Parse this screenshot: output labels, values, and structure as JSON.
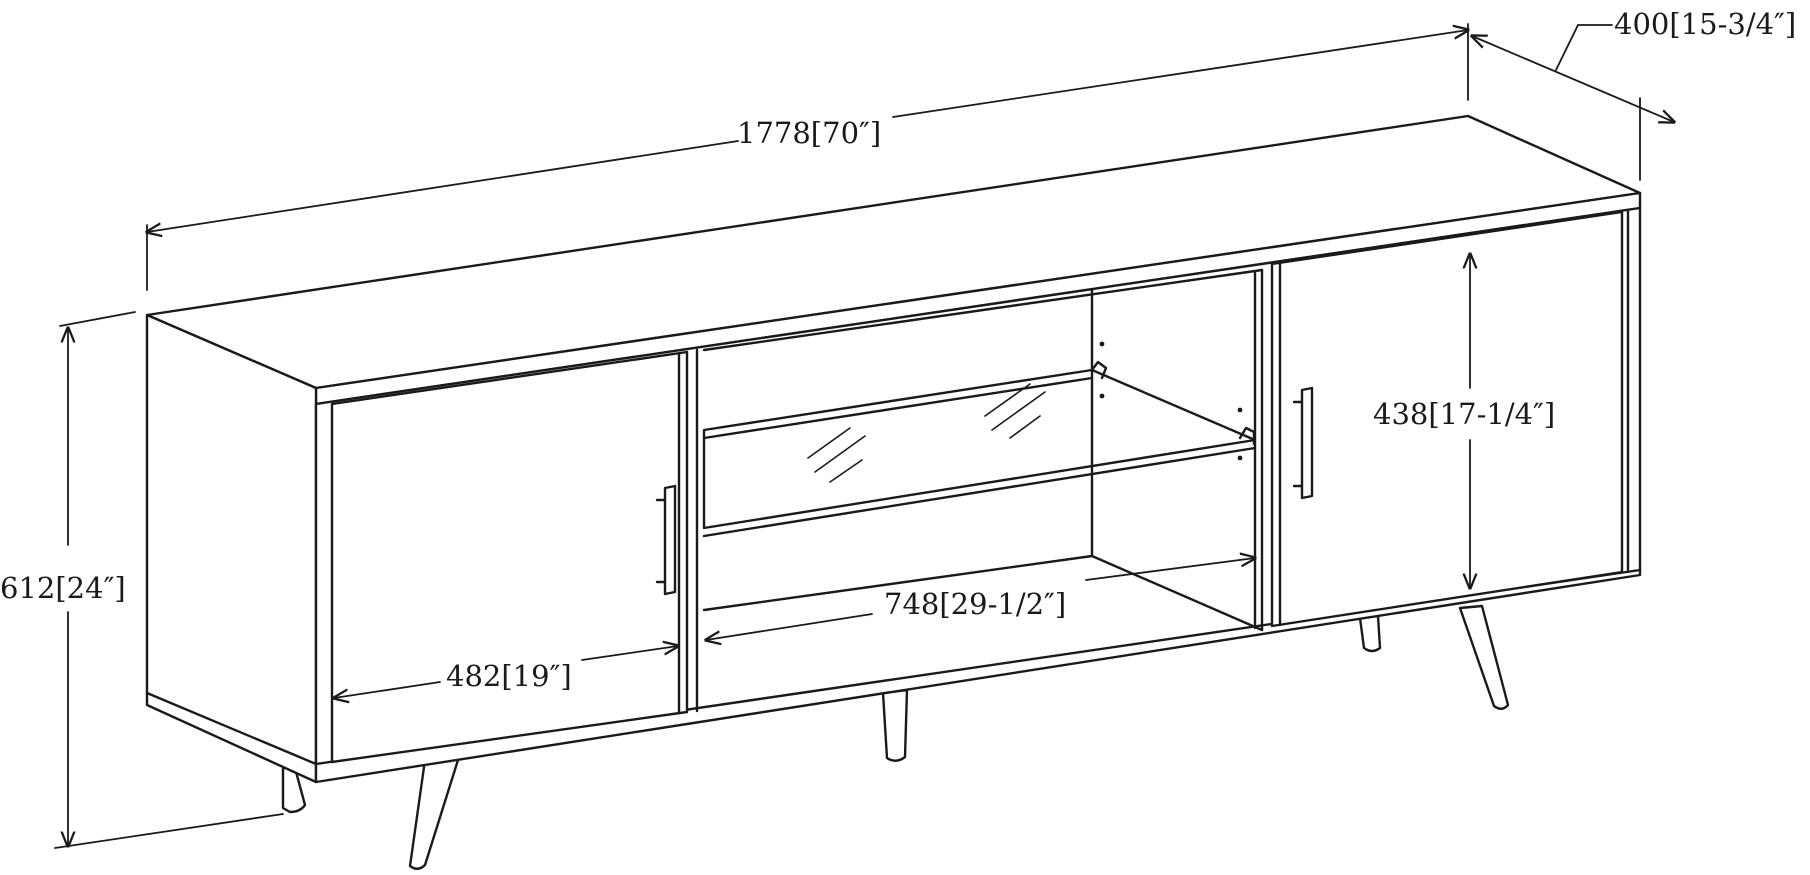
{
  "dimensions": {
    "overall_width": "1778[70″]",
    "overall_depth": "400[15-3/4″]",
    "overall_height": "612[24″]",
    "door_width": "482[19″]",
    "opening_width": "748[29-1/2″]",
    "door_height": "438[17-1/4″]"
  },
  "colors": {
    "line": "#1a1a1a",
    "background": "#ffffff"
  }
}
